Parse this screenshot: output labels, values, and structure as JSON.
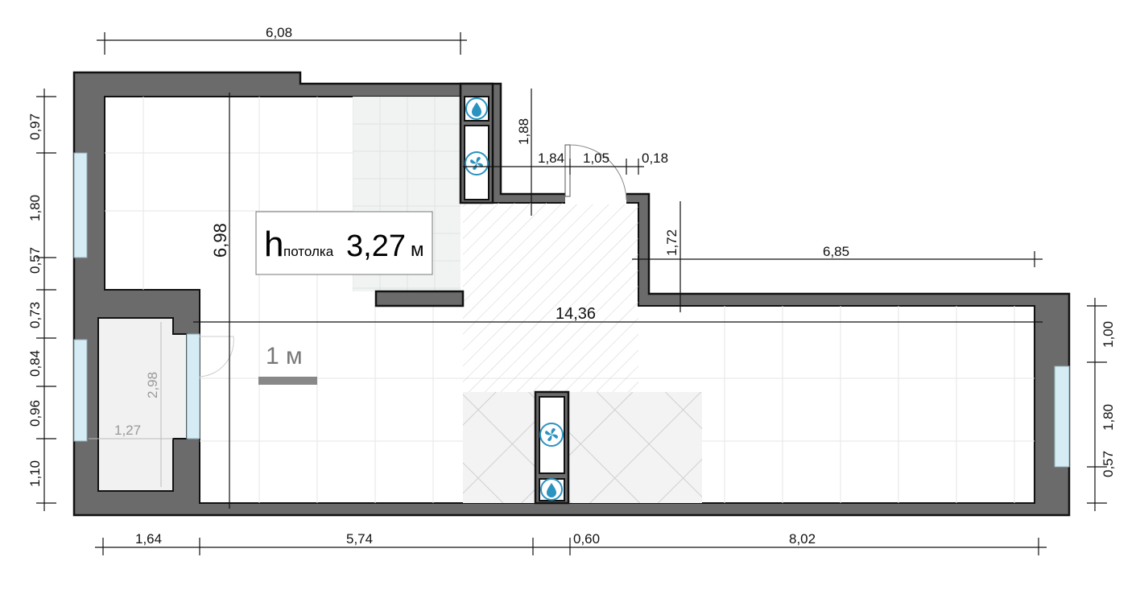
{
  "ceiling": {
    "prefix": "h",
    "sub": "потолка",
    "value": "3,27",
    "unit": "м"
  },
  "scale": {
    "label": "1 м"
  },
  "dimensions": {
    "top": "6,08",
    "left": [
      "0,97",
      "1,80",
      "0,57",
      "0,73",
      "0,84",
      "0,96",
      "1,10"
    ],
    "right": [
      "1,00",
      "1,80",
      "0,57"
    ],
    "bottom": [
      "1,64",
      "5,74",
      "0,60",
      "8,02"
    ],
    "height_main": "6,98",
    "shaft_depth": "1,88",
    "corridor": [
      "1,84",
      "1,05",
      "0,18"
    ],
    "step": "1,72",
    "right_room_width": "6,85",
    "total_length": "14,36",
    "loggia_length": "2,98",
    "loggia_width": "1,27"
  },
  "icons": {
    "water": "water-drop-icon",
    "vent": "ventilation-fan-icon"
  },
  "colors": {
    "wall": "#6b6b6b",
    "icon": "#2a93c0",
    "glass": "#d6ecf5"
  }
}
